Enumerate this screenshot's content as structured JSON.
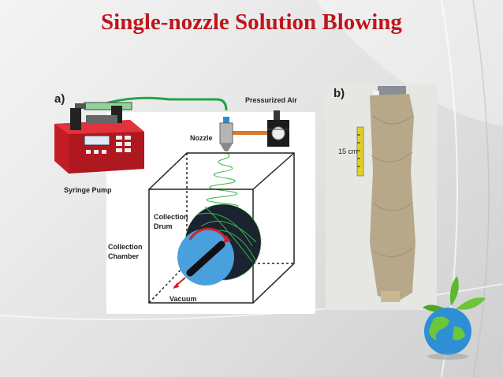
{
  "slide": {
    "title": "Single-nozzle Solution Blowing"
  },
  "figure_a": {
    "panel_label": "a)",
    "labels": {
      "pressurized_air": "Pressurized Air",
      "nozzle": "Nozzle",
      "syringe_pump": "Syringe Pump",
      "collection_drum_1": "Collection",
      "collection_drum_2": "Drum",
      "collection_chamber_1": "Collection",
      "collection_chamber_2": "Chamber",
      "vacuum": "Vacuum"
    }
  },
  "figure_b": {
    "panel_label": "b)",
    "scale_label": "15 cm"
  },
  "colors": {
    "title": "#c0151b",
    "pump": "#d0202a",
    "drum": "#4aa0dc",
    "fiber": "#3ab54a"
  }
}
